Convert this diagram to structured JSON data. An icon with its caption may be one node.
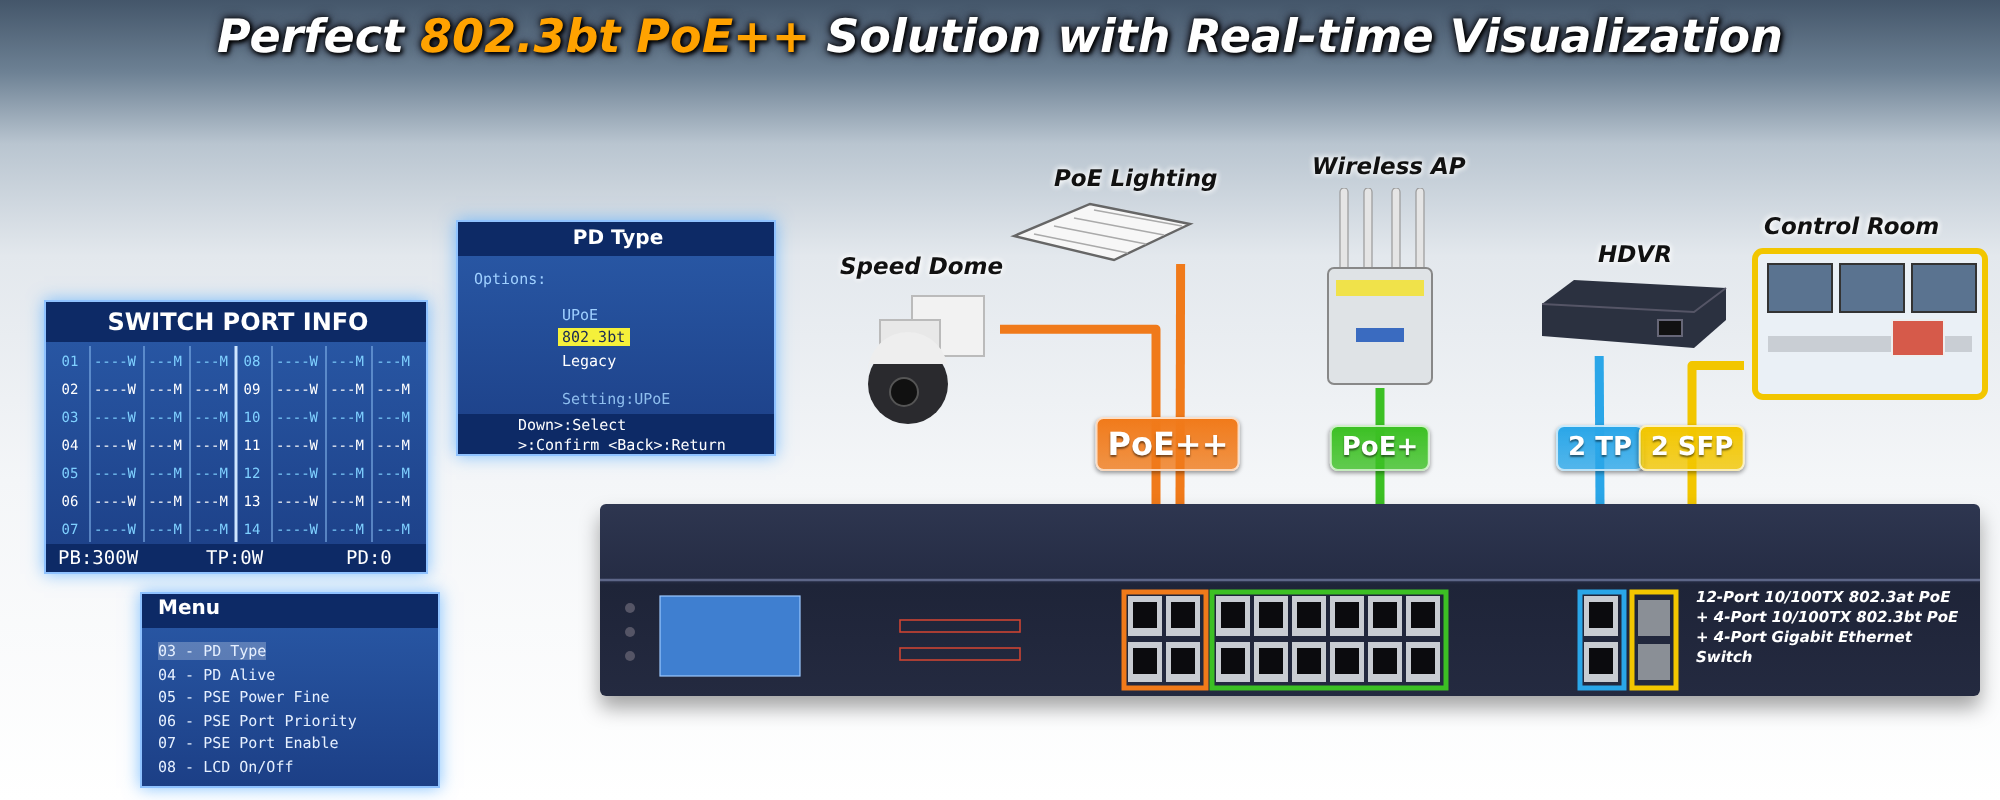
{
  "diagram": {
    "title": "Perfect **802.3bt PoE++** Solution with Real-time Visualization",
    "nodes": [
      {
        "text": [
          "PD Type",
          "Options:",
          "UPoE",
          "802.3bt",
          "Legacy",
          "Setting:UPoE",
          "Down>:Select",
          ">:Confirm <Back>:Return"
        ]
      },
      {
        "text": [
          "SWITCH PORT INFO",
          "PB:300W",
          "TP:0W",
          "PD:0"
        ]
      },
      {
        "text": [
          "Menu",
          "03 - PD Type",
          "04 - PD Alive",
          "05 - PSE Power Fine",
          "06 - PSE Port Priority",
          "07 - PSE Port Enable",
          "08 - LCD On/Off"
        ]
      },
      {
        "text": [
          "Speed Dome"
        ]
      },
      {
        "text": [
          "PoE Lighting"
        ]
      },
      {
        "text": [
          "Wireless AP"
        ]
      },
      {
        "text": [
          "HDVR"
        ]
      },
      {
        "text": [
          "Control Room"
        ]
      },
      {
        "text": [],
        "shape": "picture"
      }
    ],
    "edges": [
      {
        "from": 3,
        "to": 8,
        "arrow": "none",
        "color": "#f07a1a"
      },
      {
        "from": 4,
        "to": 8,
        "arrow": "none",
        "label": "PoE++",
        "color": "#f07a1a"
      },
      {
        "from": 5,
        "to": 8,
        "arrow": "none",
        "label": "PoE+",
        "color": "#3cc024"
      },
      {
        "from": 6,
        "to": 8,
        "arrow": "none",
        "label": "2 TP",
        "color": "#2aa6e8"
      },
      {
        "from": 7,
        "to": 8,
        "arrow": "none",
        "label": "2 SFP",
        "color": "#f2c600"
      }
    ],
    "labels": [
      "01",
      "----W",
      "---M",
      "---M",
      "08",
      "----W",
      "---M",
      "---M",
      "02",
      "----W",
      "---M",
      "---M",
      "09",
      "----W",
      "---M",
      "---M",
      "03",
      "----W",
      "---M",
      "---M",
      "10",
      "----W",
      "---M",
      "---M",
      "04",
      "----W",
      "---M",
      "---M",
      "11",
      "----W",
      "---M",
      "---M",
      "05",
      "----W",
      "---M",
      "---M",
      "12",
      "----W",
      "---M",
      "---M",
      "06",
      "----W",
      "---M",
      "---M",
      "13",
      "----W",
      "---M",
      "---M",
      "07",
      "----W",
      "---M",
      "---M",
      "14",
      "----W",
      "---M",
      "---M",
      "12-Port 10/100TX 802.3at PoE + 4-Port 10/100TX 802.3bt PoE + 4-Port Gigabit Ethernet Switch"
    ]
  }
}
